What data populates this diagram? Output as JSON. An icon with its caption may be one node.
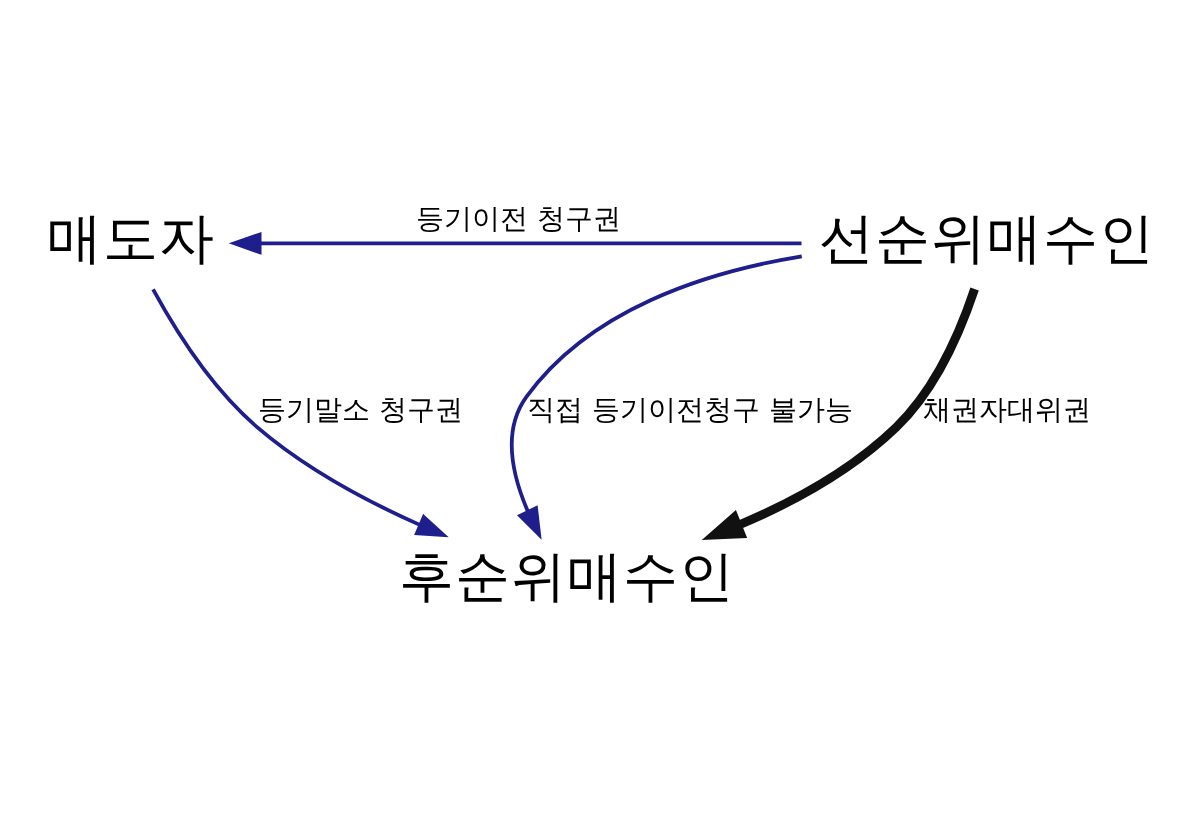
{
  "diagram": {
    "nodes": [
      {
        "text": [
          "매도자"
        ]
      },
      {
        "text": [
          "선순위매수인"
        ]
      },
      {
        "text": [
          "후순위매수인"
        ]
      }
    ],
    "edges": [
      {
        "from": 1,
        "to": 0,
        "arrow": "to",
        "label": "등기이전 청구권"
      },
      {
        "from": 0,
        "to": 2,
        "arrow": "to",
        "label": "등기말소 청구권"
      },
      {
        "from": 1,
        "to": 2,
        "arrow": "to",
        "label": "직접 등기이전청구 불가능"
      },
      {
        "from": 1,
        "to": 2,
        "arrow": "to",
        "label": "채권자대위권",
        "style": "thick",
        "color": "#111111"
      }
    ]
  }
}
